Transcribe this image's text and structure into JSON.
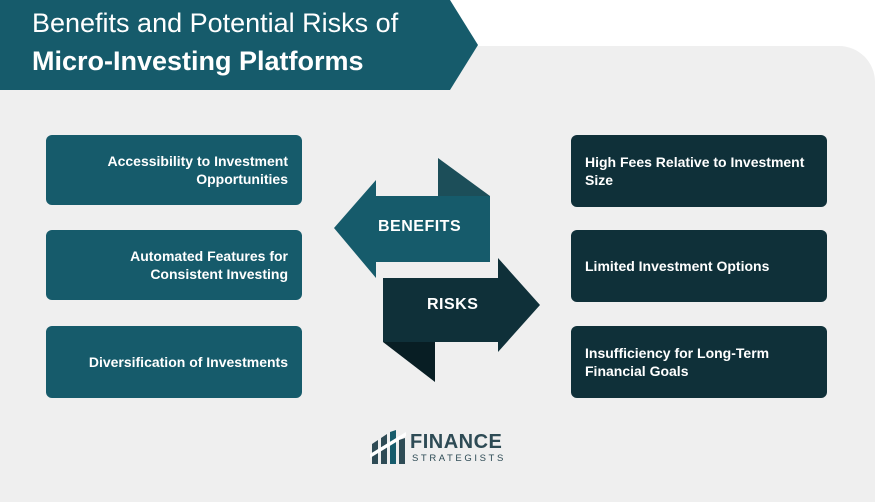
{
  "title": {
    "line1": "Benefits and Potential Risks of",
    "line2": "Micro-Investing Platforms"
  },
  "benefits": {
    "label": "BENEFITS",
    "items": [
      "Accessibility to Investment Opportunities",
      "Automated Features for Consistent Investing",
      "Diversification of Investments"
    ]
  },
  "risks": {
    "label": "RISKS",
    "items": [
      "High Fees Relative to Investment Size",
      "Limited Investment Options",
      "Insufficiency for Long-Term Financial Goals"
    ]
  },
  "logo": {
    "line1": "FINANCE",
    "line2": "STRATEGISTS"
  },
  "colors": {
    "benefit_teal": "#165b6b",
    "risk_dark": "#0f3039",
    "panel_bg": "#efefef"
  }
}
